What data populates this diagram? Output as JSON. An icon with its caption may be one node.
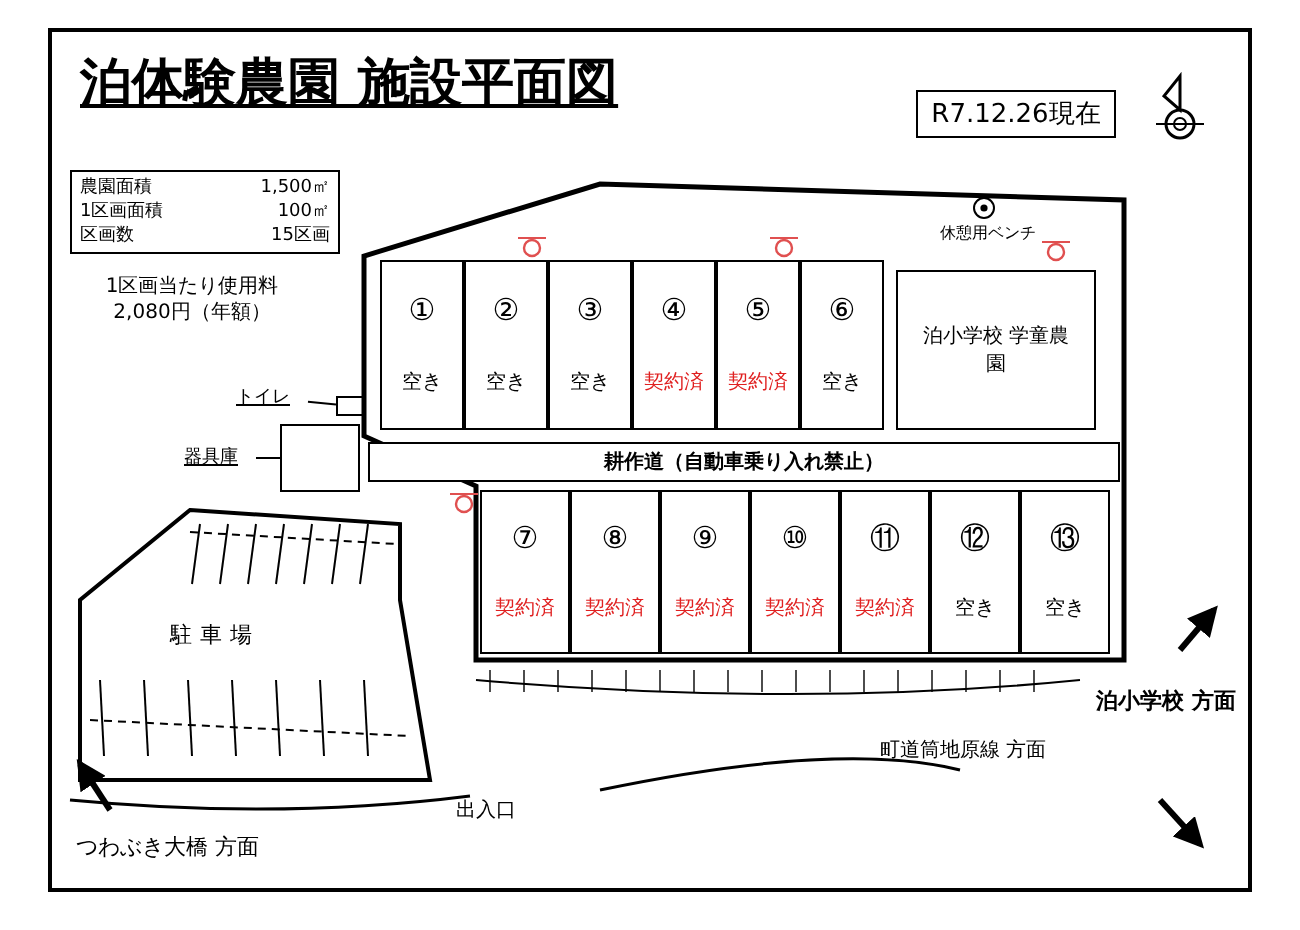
{
  "diagram": {
    "title": "泊体験農園 施設平面図",
    "nodes": [
      {
        "text": [
          "R7.12.26現在"
        ]
      },
      {
        "text": [
          "①",
          "空き"
        ]
      },
      {
        "text": [
          "②",
          "空き"
        ]
      },
      {
        "text": [
          "③",
          "空き"
        ]
      },
      {
        "text": [
          "④",
          "契約済"
        ]
      },
      {
        "text": [
          "⑤",
          "契約済"
        ]
      },
      {
        "text": [
          "⑥",
          "空き"
        ]
      },
      {
        "text": [
          "⑦",
          "契約済"
        ]
      },
      {
        "text": [
          "⑧",
          "契約済"
        ]
      },
      {
        "text": [
          "⑨",
          "契約済"
        ]
      },
      {
        "text": [
          "⑩",
          "契約済"
        ]
      },
      {
        "text": [
          "⑪",
          "契約済"
        ]
      },
      {
        "text": [
          "⑫",
          "空き"
        ]
      },
      {
        "text": [
          "⑬",
          "空き"
        ]
      },
      {
        "text": [
          "泊小学校 学童農園"
        ]
      },
      {
        "text": [
          "トイレ"
        ]
      },
      {
        "text": [],
        "shape": "box"
      },
      {
        "text": [
          "器具庫"
        ]
      },
      {
        "text": [],
        "shape": "box"
      },
      {
        "text": [
          "耕作道（自動車乗り入れ禁止）"
        ]
      }
    ],
    "edges": [
      {
        "from": 15,
        "to": 16,
        "arrow": "none"
      },
      {
        "from": 17,
        "to": 18,
        "arrow": "none"
      }
    ],
    "labels": [
      "農園面積",
      "1,500㎡",
      "1区画面積",
      "100㎡",
      "区画数",
      "15区画",
      "1区画当たり使用料 2,080円（年額）",
      "休憩用ベンチ",
      "駐車場",
      "出入口",
      "つわぶき大橋 方面",
      "泊小学校 方面",
      "町道筒地原線 方面"
    ]
  }
}
